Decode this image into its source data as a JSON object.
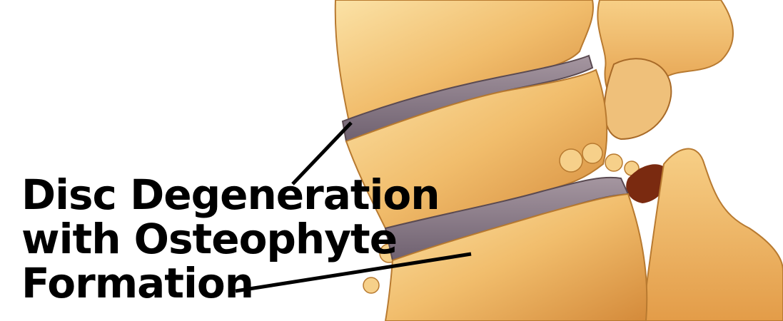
{
  "caption": {
    "line1": "Disc Degeneration",
    "line2": "with Osteophyte",
    "line3": "Formation"
  },
  "colors": {
    "background": "#ffffff",
    "bone_light": "#f8d58a",
    "bone_mid": "#e8a850",
    "bone_dark": "#b86a20",
    "disc": "#8c7a86",
    "text": "#000000"
  }
}
